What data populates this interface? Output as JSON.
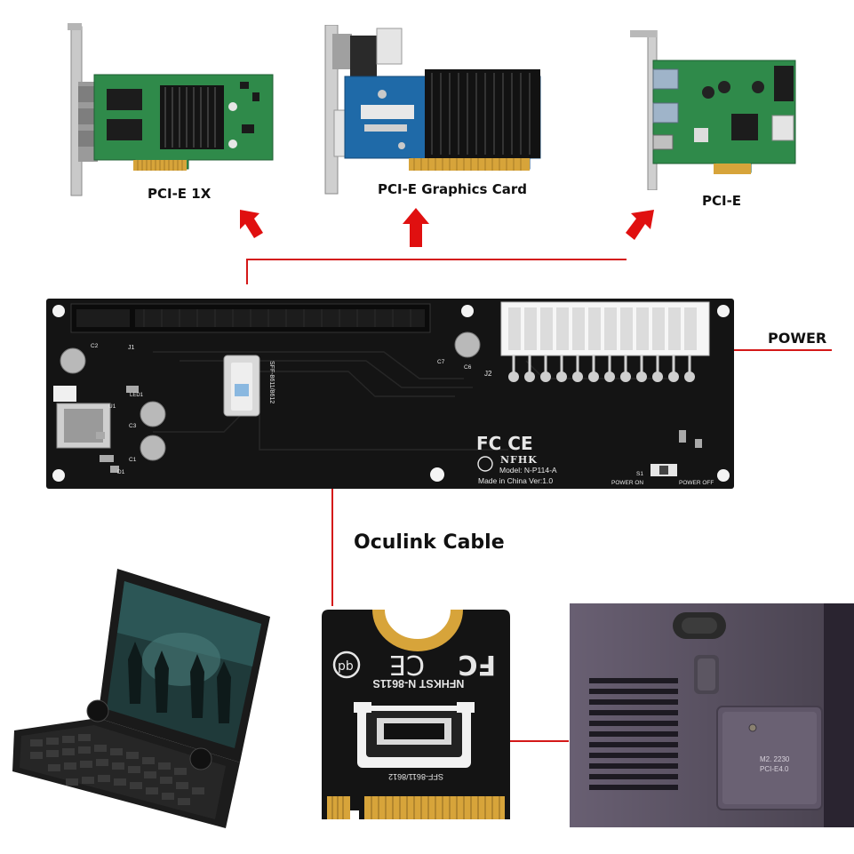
{
  "labels": {
    "card_1x": "PCI-E 1X",
    "card_graphics": "PCI-E Graphics Card",
    "card_pcie": "PCI-E",
    "power": "POWER",
    "cable": "Oculink Cable"
  },
  "board": {
    "model": "Model: N-P114-A",
    "made_in": "Made in China  Ver:1.0",
    "brand": "NFHK",
    "connector": "SFF-8611/8612",
    "switch_on": "POWER ON",
    "switch_off": "POWER OFF",
    "j1": "J1",
    "j2": "J2",
    "s1": "S1",
    "cap_c6": "C6",
    "cap_c7": "C7",
    "cap_c3": "C3",
    "cap_c1": "C1",
    "cap_c2": "C2",
    "u1": "U1",
    "d1": "D1",
    "led1": "LED1"
  },
  "m2_card": {
    "brand_model": "NFHKST  N-8611S",
    "connector": "SFF-8611/8612"
  },
  "laptop_slot": {
    "marking_1": "M2. 2230",
    "marking_2": "PCI-E4.0"
  },
  "colors": {
    "arrow": "#e01010",
    "line": "#d41818",
    "pcb_black": "#141414",
    "pcb_green": "#2f8a4a",
    "gold": "#d7a43a",
    "laptop_body": "#6e6478"
  }
}
